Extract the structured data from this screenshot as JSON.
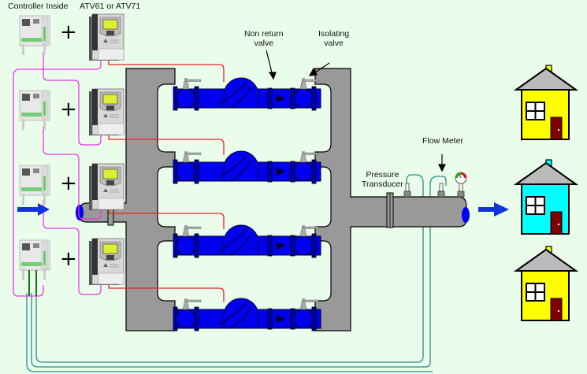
{
  "labels": {
    "controller_inside": "Controller Inside",
    "drive_model": "ATV61 or ATV71",
    "non_return_valve_line1": "Non return",
    "non_return_valve_line2": "valve",
    "isolating_valve_line1": "Isolating",
    "isolating_valve_line2": "valve",
    "pressure_transducer_line1": "Pressure",
    "pressure_transducer_line2": "Transducer",
    "flow_meter": "Flow Meter"
  },
  "pump_units": [
    {
      "id": 1,
      "controller": "Controller",
      "drive": "ATV61 or ATV71",
      "plus": "+"
    },
    {
      "id": 2,
      "controller": "Controller",
      "drive": "ATV61 or ATV71",
      "plus": "+"
    },
    {
      "id": 3,
      "controller": "Controller",
      "drive": "ATV61 or ATV71",
      "plus": "+"
    },
    {
      "id": 4,
      "controller": "Controller",
      "drive": "ATV61 or ATV71",
      "plus": "+"
    }
  ],
  "houses": [
    {
      "id": 1,
      "color": "#ffff00"
    },
    {
      "id": 2,
      "color": "#00ffff"
    },
    {
      "id": 3,
      "color": "#ffff00"
    }
  ],
  "colors": {
    "background": "#eafdea",
    "pipe_gray": "#999999",
    "pump_blue": "#0000ee",
    "control_wire": "#ee33ee",
    "power_wire": "#ee2222",
    "sensor_cable": "#2a8a8a",
    "flow_arrow": "#1133dd",
    "door": "#800000",
    "roof": "#bbbbbb"
  }
}
